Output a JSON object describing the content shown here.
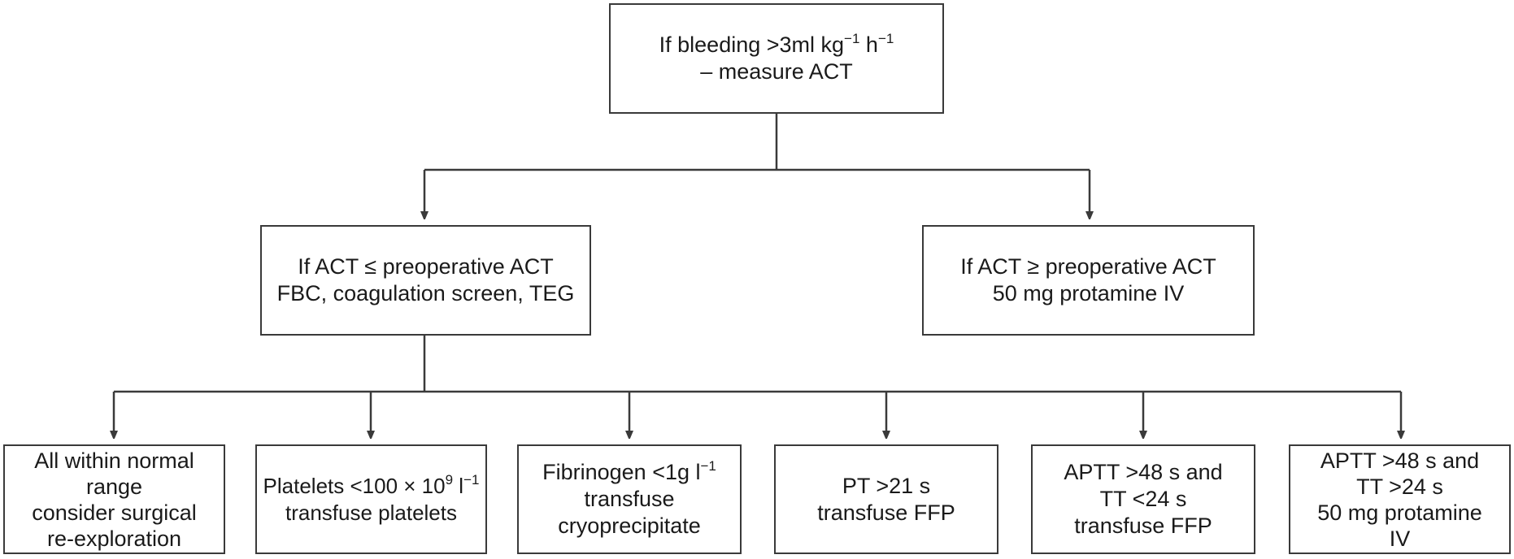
{
  "root": {
    "line1_pre": "If bleeding >3ml kg",
    "line1_sup1": "−1",
    "line1_mid": " h",
    "line1_sup2": "−1",
    "line2": "– measure ACT"
  },
  "left": {
    "line1": "If ACT ≤ preoperative ACT",
    "line2": "FBC, coagulation screen, TEG"
  },
  "right": {
    "line1": "If ACT ≥ preoperative ACT",
    "line2": "50 mg protamine IV"
  },
  "leaves": {
    "normal": {
      "line1": "All within normal",
      "line2": "range",
      "line3": "consider surgical",
      "line4": "re-exploration"
    },
    "platelets": {
      "line1_pre": "Platelets <100 × 10",
      "line1_sup1": "9",
      "line1_mid": " l",
      "line1_sup2": "−1",
      "line2": "transfuse platelets"
    },
    "fibrinogen": {
      "line1_pre": "Fibrinogen <1g l",
      "line1_sup": "−1",
      "line2": "transfuse",
      "line3": "cryoprecipitate"
    },
    "pt": {
      "line1": "PT >21 s",
      "line2": "transfuse FFP"
    },
    "aptt_low": {
      "line1": "APTT >48 s and",
      "line2": "TT <24 s",
      "line3": "transfuse FFP"
    },
    "aptt_high": {
      "line1": "APTT >48 s and",
      "line2": "TT >24 s",
      "line3": "50 mg protamine",
      "line4": "IV"
    }
  },
  "style": {
    "line_color": "#3a3a3a"
  }
}
